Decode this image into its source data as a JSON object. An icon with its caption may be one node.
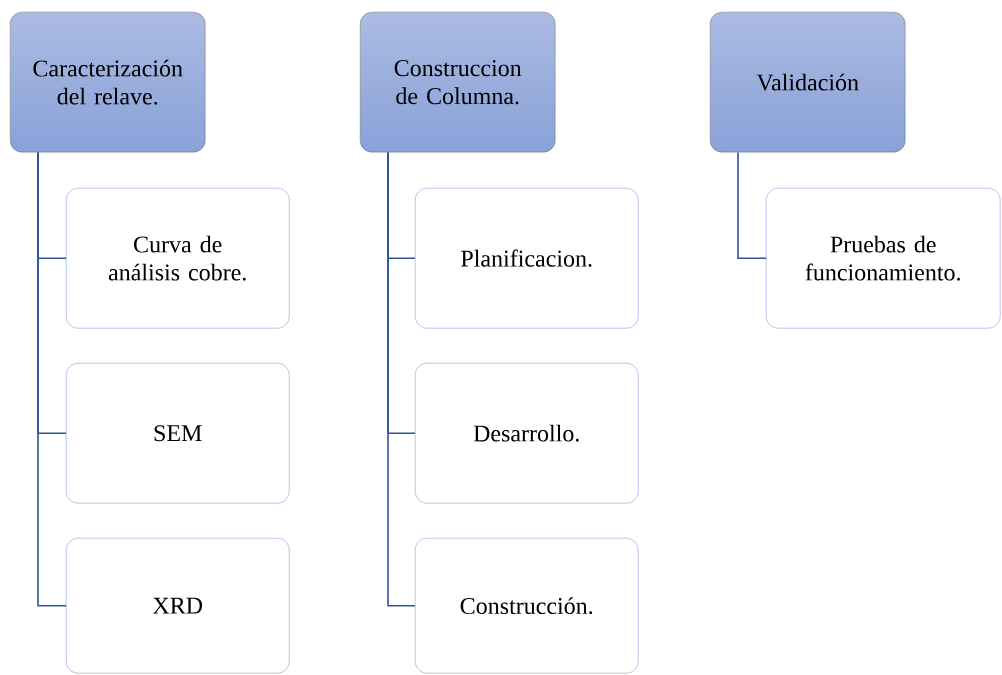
{
  "diagram": {
    "nodes": [
      {
        "text": [
          "Caracterización del relave."
        ]
      },
      {
        "text": [
          "Curva de análisis cobre."
        ]
      },
      {
        "text": [
          "SEM"
        ]
      },
      {
        "text": [
          "XRD"
        ]
      },
      {
        "text": [
          "Construccion de Columna."
        ]
      },
      {
        "text": [
          "Planificacion."
        ]
      },
      {
        "text": [
          "Desarrollo."
        ]
      },
      {
        "text": [
          "Construcción."
        ]
      },
      {
        "text": [
          "Validación"
        ]
      },
      {
        "text": [
          "Pruebas de funcionamiento."
        ]
      }
    ],
    "edges": [
      {
        "from": 0,
        "to": 1,
        "arrow": "none"
      },
      {
        "from": 0,
        "to": 2,
        "arrow": "none"
      },
      {
        "from": 0,
        "to": 3,
        "arrow": "none"
      },
      {
        "from": 4,
        "to": 5,
        "arrow": "none"
      },
      {
        "from": 4,
        "to": 6,
        "arrow": "none"
      },
      {
        "from": 4,
        "to": 7,
        "arrow": "none"
      },
      {
        "from": 8,
        "to": 9,
        "arrow": "none"
      }
    ]
  }
}
